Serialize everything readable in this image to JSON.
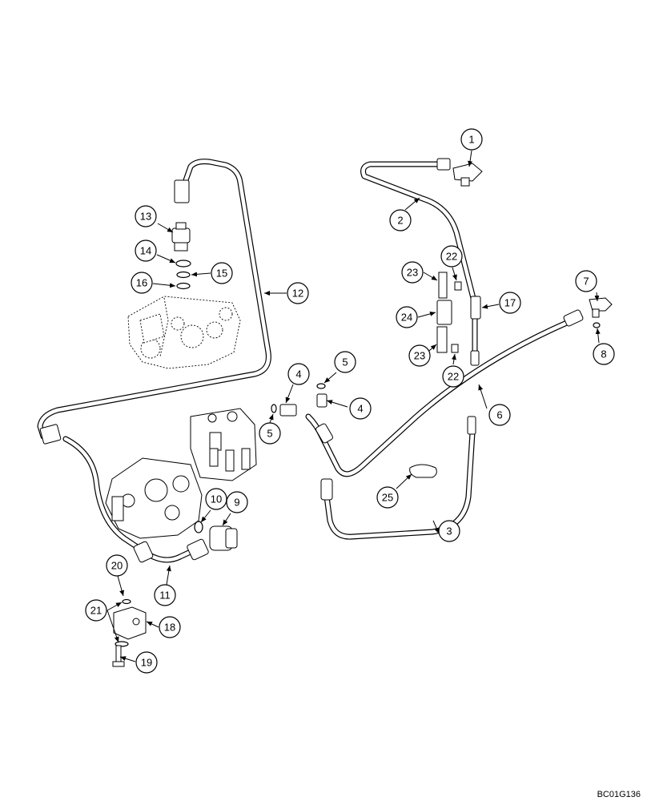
{
  "drawing_code": "BC01G136",
  "callouts": [
    "1",
    "2",
    "3",
    "4",
    "4",
    "5",
    "5",
    "6",
    "7",
    "8",
    "9",
    "10",
    "11",
    "12",
    "13",
    "14",
    "15",
    "16",
    "17",
    "18",
    "19",
    "20",
    "21",
    "22",
    "22",
    "23",
    "23",
    "24",
    "25"
  ]
}
